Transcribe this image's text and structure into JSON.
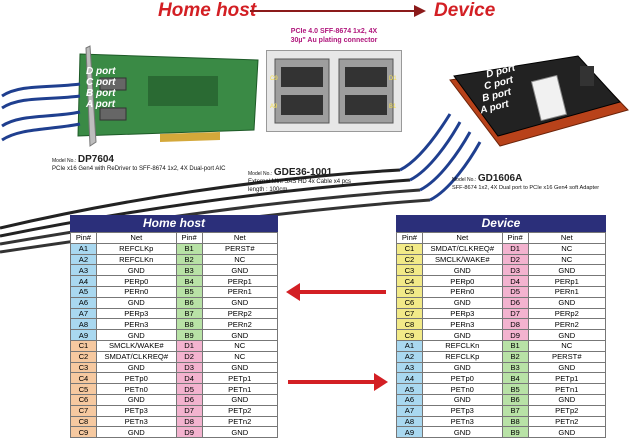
{
  "header": {
    "left_title": "Home host",
    "right_title": "Device",
    "colors": {
      "title_red": "#d31f24",
      "table_header": "#2b2f7a"
    }
  },
  "connector_caption": "PCIe 4.0 SFF-8674 1x2, 4X\n30µ\" Au plating connector",
  "products": {
    "host": {
      "model_prefix": "Model No.:",
      "model": "DP7604",
      "desc": "PCIe x16 Gen4 with ReDriver to SFF-8674 1x2, 4X Dual-port AIC"
    },
    "cable": {
      "model_prefix": "Model No.:",
      "model": "GDE36-1001",
      "desc1": "External Mini SAS HD 4x Cable x4 pcs",
      "desc2": "length : 100cm"
    },
    "device": {
      "model_prefix": "Model No.:",
      "model": "GD1606A",
      "desc": "SFF-8674 1x2, 4X Dual port to PCIe x16 Gen4 soft Adapter"
    }
  },
  "port_labels": {
    "d": "D port",
    "c": "C port",
    "b": "B port",
    "a": "A port"
  },
  "host_table": {
    "title": "Home host",
    "headers": [
      "Pin#",
      "Net",
      "Pin#",
      "Net"
    ],
    "rows": [
      [
        "A1",
        "REFCLKp",
        "B1",
        "PERST#",
        "blue",
        "green"
      ],
      [
        "A2",
        "REFCLKn",
        "B2",
        "NC",
        "blue",
        "green"
      ],
      [
        "A3",
        "GND",
        "B3",
        "GND",
        "blue",
        "green"
      ],
      [
        "A4",
        "PERp0",
        "B4",
        "PERp1",
        "blue",
        "green"
      ],
      [
        "A5",
        "PERn0",
        "B5",
        "PERn1",
        "blue",
        "green"
      ],
      [
        "A6",
        "GND",
        "B6",
        "GND",
        "blue",
        "green"
      ],
      [
        "A7",
        "PERp3",
        "B7",
        "PERp2",
        "blue",
        "green"
      ],
      [
        "A8",
        "PERn3",
        "B8",
        "PERn2",
        "blue",
        "green"
      ],
      [
        "A9",
        "GND",
        "B9",
        "GND",
        "blue",
        "green"
      ],
      [
        "C1",
        "SMCLK/WAKE#",
        "D1",
        "NC",
        "orange",
        "pink"
      ],
      [
        "C2",
        "SMDAT/CLKREQ#",
        "D2",
        "NC",
        "orange",
        "pink"
      ],
      [
        "C3",
        "GND",
        "D3",
        "GND",
        "orange",
        "pink"
      ],
      [
        "C4",
        "PETp0",
        "D4",
        "PETp1",
        "orange",
        "pink"
      ],
      [
        "C5",
        "PETn0",
        "D5",
        "PETn1",
        "orange",
        "pink"
      ],
      [
        "C6",
        "GND",
        "D6",
        "GND",
        "orange",
        "pink"
      ],
      [
        "C7",
        "PETp3",
        "D7",
        "PETp2",
        "orange",
        "pink"
      ],
      [
        "C8",
        "PETn3",
        "D8",
        "PETn2",
        "orange",
        "pink"
      ],
      [
        "C9",
        "GND",
        "D9",
        "GND",
        "orange",
        "pink"
      ]
    ]
  },
  "device_table": {
    "title": "Device",
    "headers": [
      "Pin#",
      "Net",
      "Pin#",
      "Net"
    ],
    "rows": [
      [
        "C1",
        "SMDAT/CLKREQ#",
        "D1",
        "NC",
        "yellow",
        "pink"
      ],
      [
        "C2",
        "SMCLK/WAKE#",
        "D2",
        "NC",
        "yellow",
        "pink"
      ],
      [
        "C3",
        "GND",
        "D3",
        "GND",
        "yellow",
        "pink"
      ],
      [
        "C4",
        "PERp0",
        "D4",
        "PERp1",
        "yellow",
        "pink"
      ],
      [
        "C5",
        "PERn0",
        "D5",
        "PERn1",
        "yellow",
        "pink"
      ],
      [
        "C6",
        "GND",
        "D6",
        "GND",
        "yellow",
        "pink"
      ],
      [
        "C7",
        "PERp3",
        "D7",
        "PERp2",
        "yellow",
        "pink"
      ],
      [
        "C8",
        "PERn3",
        "D8",
        "PERn2",
        "yellow",
        "pink"
      ],
      [
        "C9",
        "GND",
        "D9",
        "GND",
        "yellow",
        "pink"
      ],
      [
        "A1",
        "REFCLKn",
        "B1",
        "NC",
        "blue",
        "green"
      ],
      [
        "A2",
        "REFCLKp",
        "B2",
        "PERST#",
        "blue",
        "green"
      ],
      [
        "A3",
        "GND",
        "B3",
        "GND",
        "blue",
        "green"
      ],
      [
        "A4",
        "PETp0",
        "B4",
        "PETp1",
        "blue",
        "green"
      ],
      [
        "A5",
        "PETn0",
        "B5",
        "PETn1",
        "blue",
        "green"
      ],
      [
        "A6",
        "GND",
        "B6",
        "GND",
        "blue",
        "green"
      ],
      [
        "A7",
        "PETp3",
        "B7",
        "PETp2",
        "blue",
        "green"
      ],
      [
        "A8",
        "PETn3",
        "B8",
        "PETn2",
        "blue",
        "green"
      ],
      [
        "A9",
        "GND",
        "B9",
        "GND",
        "blue",
        "green"
      ]
    ]
  }
}
